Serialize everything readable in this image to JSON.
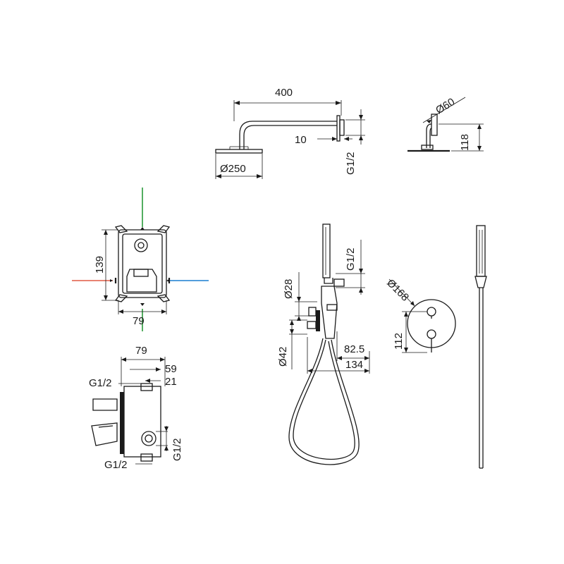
{
  "shower_arm": {
    "length": "400",
    "wall_offset": "10",
    "thread": "G1/2",
    "head_diameter": "Ø250"
  },
  "shower_arm_side": {
    "flange_diameter": "Ø60",
    "height": "118"
  },
  "mixer_box_front": {
    "height": "139",
    "width": "79"
  },
  "mixer_box_side": {
    "width": "79",
    "depth_1": "59",
    "depth_2": "21",
    "thread_top": "G1/2",
    "thread_right": "G1/2",
    "thread_bottom": "G1/2"
  },
  "hand_shower": {
    "thread": "G1/2",
    "outlet_diameter": "Ø28",
    "holder_diameter": "Ø42",
    "projection_1": "82.5",
    "projection_2": "134"
  },
  "cover_plate": {
    "diameter": "Ø168",
    "height": "112"
  },
  "colors": {
    "cold_water": "#1a7fd0",
    "hot_water": "#e05a44",
    "up_arrow": "#2a9a3a"
  }
}
